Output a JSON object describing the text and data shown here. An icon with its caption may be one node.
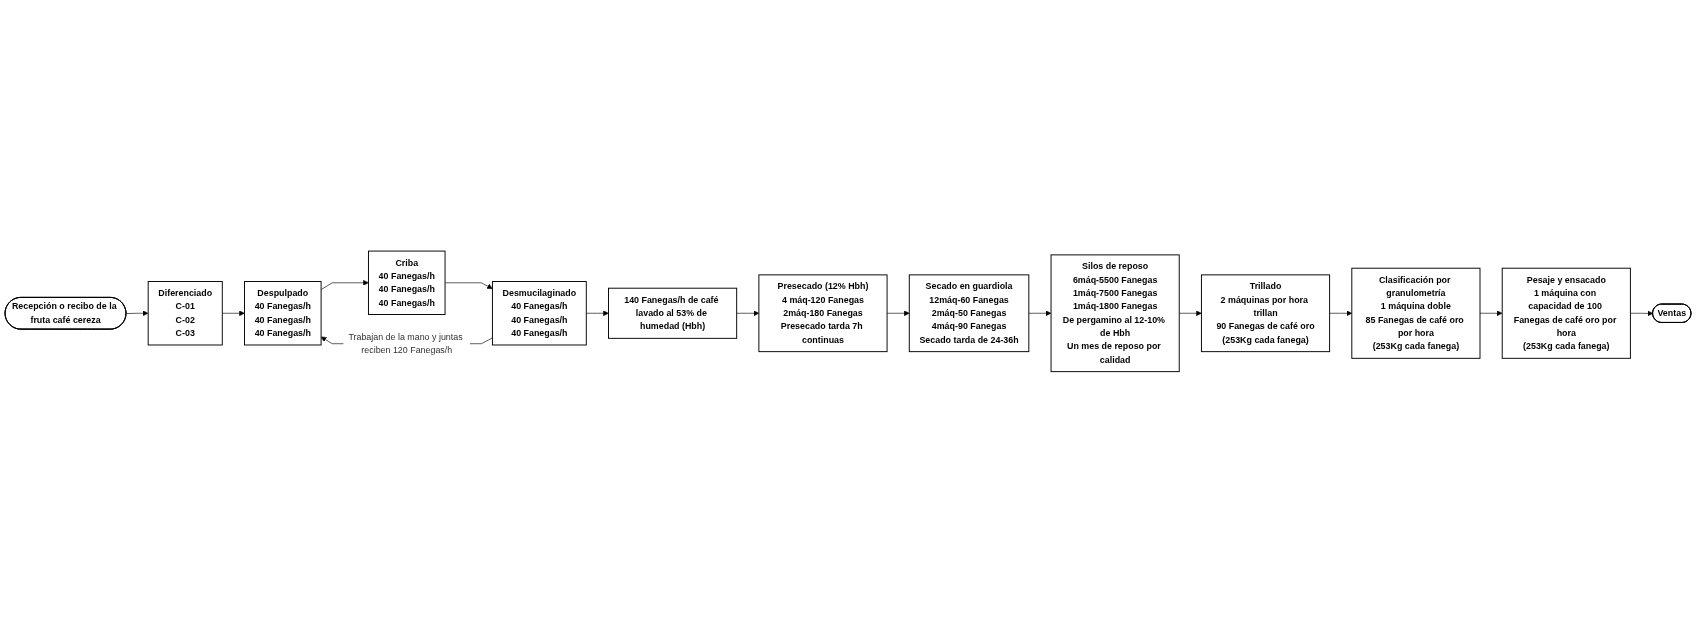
{
  "diagram": {
    "nodes": [
      {
        "text": [
          "Recepción o recibo de la fruta café cereza"
        ]
      },
      {
        "text": [
          "Diferenciado",
          "C-01",
          "C-02",
          "C-03"
        ]
      },
      {
        "text": [
          "Despulpado",
          "40 Fanegas/h",
          "40 Fanegas/h",
          "40 Fanegas/h"
        ]
      },
      {
        "text": [
          "Criba",
          "40 Fanegas/h",
          "40 Fanegas/h",
          "40 Fanegas/h"
        ]
      },
      {
        "text": [
          "Desmucilaginado",
          "40 Fanegas/h",
          "40 Fanegas/h",
          "40 Fanegas/h"
        ]
      },
      {
        "text": [
          "140 Fanegas/h de café lavado al 53% de humedad (Hbh)"
        ]
      },
      {
        "text": [
          "Presecado (12% Hbh)",
          "4 máq-120 Fanegas",
          "2máq-180 Fanegas",
          "Presecado tarda 7h continuas"
        ]
      },
      {
        "text": [
          "Secado en guardiola",
          "12máq-60 Fanegas",
          "2máq-50 Fanegas",
          "4máq-90 Fanegas",
          "Secado tarda de 24-36h"
        ]
      },
      {
        "text": [
          "Silos de reposo",
          "6máq-5500 Fanegas",
          "1máq-7500 Fanegas",
          "1máq-1800 Fanegas",
          "De pergamino al 12-10% de Hbh",
          "Un mes de reposo por calidad"
        ]
      },
      {
        "text": [
          "Trillado",
          "2 máquinas por hora trillan",
          "90 Fanegas de café oro",
          "(253Kg cada fanega)"
        ]
      },
      {
        "text": [
          "Clasificación por granulometría",
          "1 máquina doble",
          "85 Fanegas de café oro por hora",
          "(253Kg cada fanega)"
        ]
      },
      {
        "text": [
          "Pesaje y ensacado",
          "1 máquina con capacidad de 100 Fanegas de café oro por hora",
          "(253Kg cada fanega)"
        ]
      },
      {
        "text": [
          "Ventas"
        ]
      }
    ],
    "edges": [
      {
        "from": 0,
        "to": 1,
        "arrow": "to"
      },
      {
        "from": 1,
        "to": 2,
        "arrow": "to"
      },
      {
        "from": 2,
        "to": 3,
        "arrow": "to"
      },
      {
        "from": 3,
        "to": 4,
        "arrow": "to"
      },
      {
        "from": 4,
        "to": 2,
        "arrow": "to",
        "label": "Trabajan de la mano y juntas reciben 120 Fanegas/h"
      },
      {
        "from": 4,
        "to": 5,
        "arrow": "to"
      },
      {
        "from": 5,
        "to": 6,
        "arrow": "to"
      },
      {
        "from": 6,
        "to": 7,
        "arrow": "to"
      },
      {
        "from": 7,
        "to": 8,
        "arrow": "to"
      },
      {
        "from": 8,
        "to": 9,
        "arrow": "to"
      },
      {
        "from": 9,
        "to": 10,
        "arrow": "to"
      },
      {
        "from": 10,
        "to": 11,
        "arrow": "to"
      },
      {
        "from": 11,
        "to": 12,
        "arrow": "to"
      }
    ]
  }
}
